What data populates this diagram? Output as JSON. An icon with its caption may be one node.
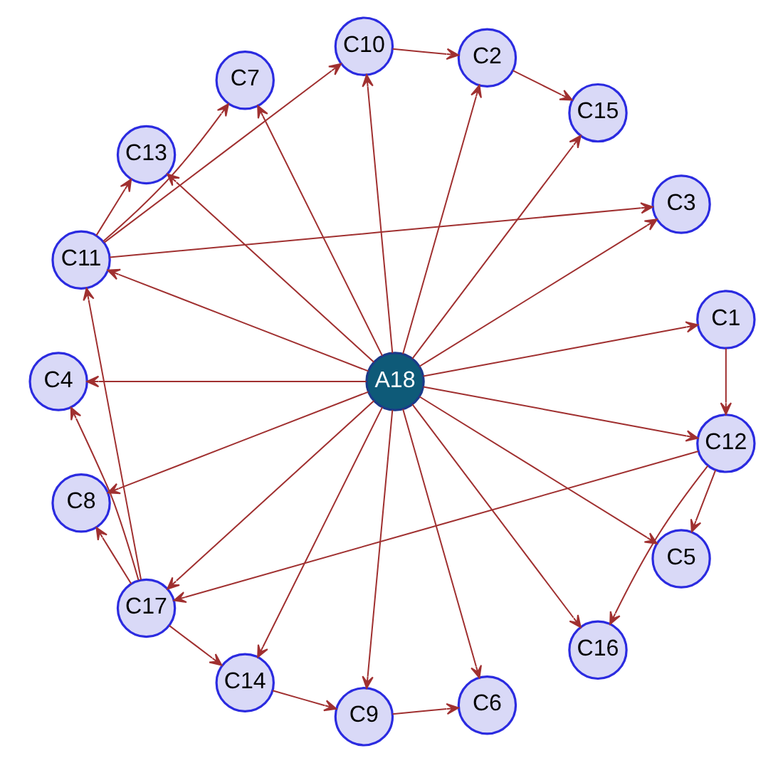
{
  "diagram": {
    "nodes": [
      {
        "text": [
          "A18"
        ]
      },
      {
        "text": [
          "C1"
        ]
      },
      {
        "text": [
          "C3"
        ]
      },
      {
        "text": [
          "C15"
        ]
      },
      {
        "text": [
          "C2"
        ]
      },
      {
        "text": [
          "C10"
        ]
      },
      {
        "text": [
          "C7"
        ]
      },
      {
        "text": [
          "C13"
        ]
      },
      {
        "text": [
          "C11"
        ]
      },
      {
        "text": [
          "C4"
        ]
      },
      {
        "text": [
          "C8"
        ]
      },
      {
        "text": [
          "C17"
        ]
      },
      {
        "text": [
          "C14"
        ]
      },
      {
        "text": [
          "C9"
        ]
      },
      {
        "text": [
          "C6"
        ]
      },
      {
        "text": [
          "C16"
        ]
      },
      {
        "text": [
          "C5"
        ]
      },
      {
        "text": [
          "C12"
        ]
      }
    ],
    "edges": [
      {
        "from": 0,
        "to": 1,
        "arrow": "to"
      },
      {
        "from": 0,
        "to": 2,
        "arrow": "to"
      },
      {
        "from": 0,
        "to": 3,
        "arrow": "to"
      },
      {
        "from": 0,
        "to": 4,
        "arrow": "to"
      },
      {
        "from": 0,
        "to": 5,
        "arrow": "to"
      },
      {
        "from": 0,
        "to": 6,
        "arrow": "to"
      },
      {
        "from": 0,
        "to": 7,
        "arrow": "to"
      },
      {
        "from": 0,
        "to": 8,
        "arrow": "to"
      },
      {
        "from": 0,
        "to": 9,
        "arrow": "to"
      },
      {
        "from": 0,
        "to": 10,
        "arrow": "to"
      },
      {
        "from": 0,
        "to": 11,
        "arrow": "to"
      },
      {
        "from": 0,
        "to": 12,
        "arrow": "to"
      },
      {
        "from": 0,
        "to": 13,
        "arrow": "to"
      },
      {
        "from": 0,
        "to": 14,
        "arrow": "to"
      },
      {
        "from": 0,
        "to": 15,
        "arrow": "to"
      },
      {
        "from": 0,
        "to": 16,
        "arrow": "to"
      },
      {
        "from": 0,
        "to": 17,
        "arrow": "to"
      },
      {
        "from": 1,
        "to": 17,
        "arrow": "to"
      },
      {
        "from": 17,
        "to": 16,
        "arrow": "to"
      },
      {
        "from": 17,
        "to": 15,
        "arrow": "to"
      },
      {
        "from": 17,
        "to": 11,
        "arrow": "to"
      },
      {
        "from": 5,
        "to": 4,
        "arrow": "to"
      },
      {
        "from": 4,
        "to": 3,
        "arrow": "to"
      },
      {
        "from": 8,
        "to": 2,
        "arrow": "to"
      },
      {
        "from": 8,
        "to": 5,
        "arrow": "to"
      },
      {
        "from": 8,
        "to": 6,
        "arrow": "to"
      },
      {
        "from": 8,
        "to": 7,
        "arrow": "to"
      },
      {
        "from": 11,
        "to": 8,
        "arrow": "to"
      },
      {
        "from": 11,
        "to": 9,
        "arrow": "to"
      },
      {
        "from": 11,
        "to": 10,
        "arrow": "to"
      },
      {
        "from": 11,
        "to": 12,
        "arrow": "to"
      },
      {
        "from": 12,
        "to": 13,
        "arrow": "to"
      },
      {
        "from": 13,
        "to": 14,
        "arrow": "to"
      }
    ]
  }
}
